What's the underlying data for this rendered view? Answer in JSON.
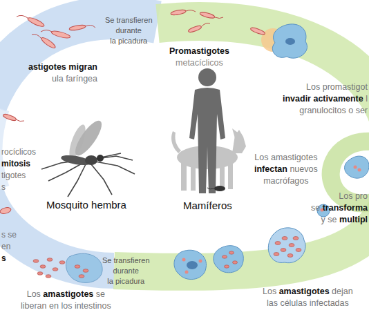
{
  "diagram": {
    "labels": [
      "astigotes migran ula faríngea",
      "Se transfieren durante la picadura",
      "Promastigotes metacíclicos",
      "Los promastigot invadir activamente l granulocitos o ser",
      "rocíclicos mitosis tigotes s",
      "s se en s",
      "Mosquito hembra",
      "Mamíferos",
      "Los amastigotes infectan nuevos macrófagos",
      "Los pro se transforma y se multipl",
      "Se transfieren durante la picadura",
      "Los amastigotes se liberan en los intestinos",
      "Los amastigotes dejan las células infectadas"
    ]
  }
}
